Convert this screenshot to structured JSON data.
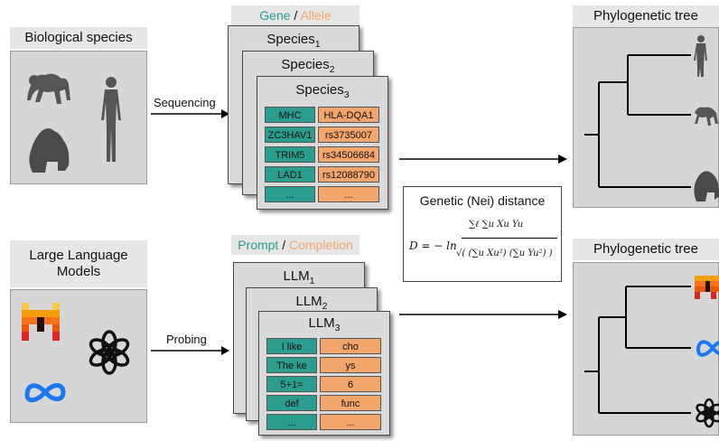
{
  "top": {
    "source_title": "Biological species",
    "method": "Sequencing",
    "header_left": "Gene",
    "header_sep": " / ",
    "header_right": "Allele",
    "cards": [
      "Species",
      "Species",
      "Species"
    ],
    "card_subs": [
      "1",
      "2",
      "3"
    ],
    "rows": [
      {
        "left": "MHC",
        "right": "HLA-DQA1"
      },
      {
        "left": "ZC3HAV1",
        "right": "rs3735007"
      },
      {
        "left": "TRIM5",
        "right": "rs34506684"
      },
      {
        "left": "LAD1",
        "right": "rs12088790"
      },
      {
        "left": "...",
        "right": "..."
      }
    ],
    "tree_title": "Phylogenetic tree"
  },
  "bottom": {
    "source_title": "Large Language Models",
    "method": "Probing",
    "header_left": "Prompt",
    "header_sep": " / ",
    "header_right": "Completion",
    "cards": [
      "LLM",
      "LLM",
      "LLM"
    ],
    "card_subs": [
      "1",
      "2",
      "3"
    ],
    "rows": [
      {
        "left": "I like",
        "right": "cho"
      },
      {
        "left": "The ke",
        "right": "ys"
      },
      {
        "left": "5+1=",
        "right": "6"
      },
      {
        "left": "def",
        "right": "func"
      },
      {
        "left": "...",
        "right": "..."
      }
    ],
    "tree_title": "Phylogenetic tree"
  },
  "distance": {
    "title": "Genetic (Nei) distance",
    "formula_lhs": "D = − ln",
    "numerator": "∑ℓ ∑u Xu Yu",
    "denominator": "√( (∑u Xu²) (∑u Yu²) )"
  },
  "colors": {
    "teal": "#2a9d8f",
    "orange": "#f2a66b",
    "panel": "#d6d6d6"
  },
  "icons": [
    "chimpanzee-icon",
    "gorilla-icon",
    "human-icon",
    "mistral-logo-icon",
    "openai-logo-icon",
    "meta-logo-icon"
  ]
}
